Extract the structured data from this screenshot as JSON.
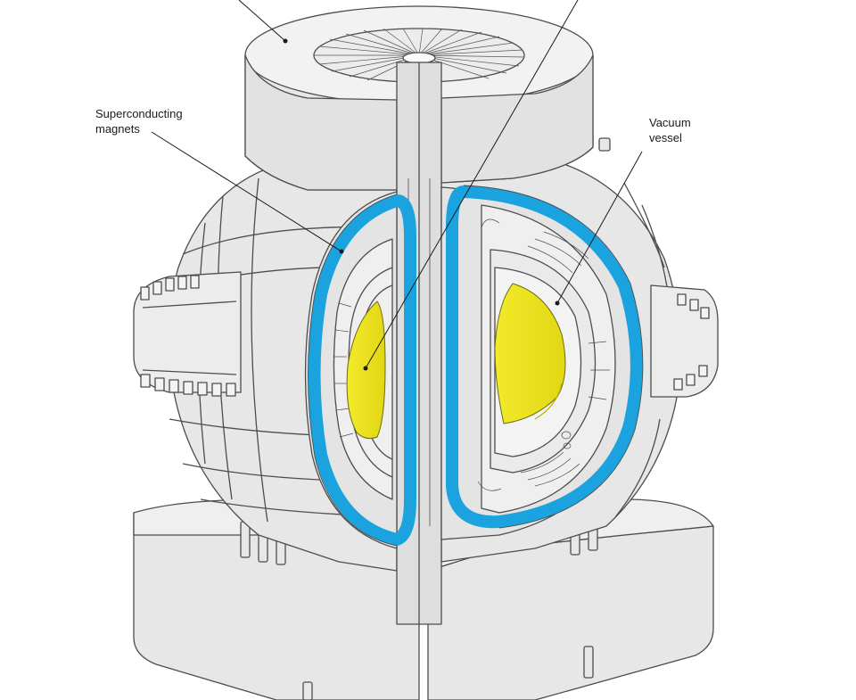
{
  "labels": {
    "magnets_line1": "Superconducting",
    "magnets_line2": "magnets",
    "vessel_line1": "Vacuum",
    "vessel_line2": "vessel"
  },
  "colors": {
    "background": "#ffffff",
    "body_fill": "#e7e7e7",
    "body_fill_dark": "#d4d4d4",
    "body_fill_light": "#f1f1f1",
    "outline": "#4d4d4d",
    "magnet_blue": "#1aa3df",
    "plasma_yellow": "#ece31a",
    "plasma_shade": "#d8cc10"
  }
}
